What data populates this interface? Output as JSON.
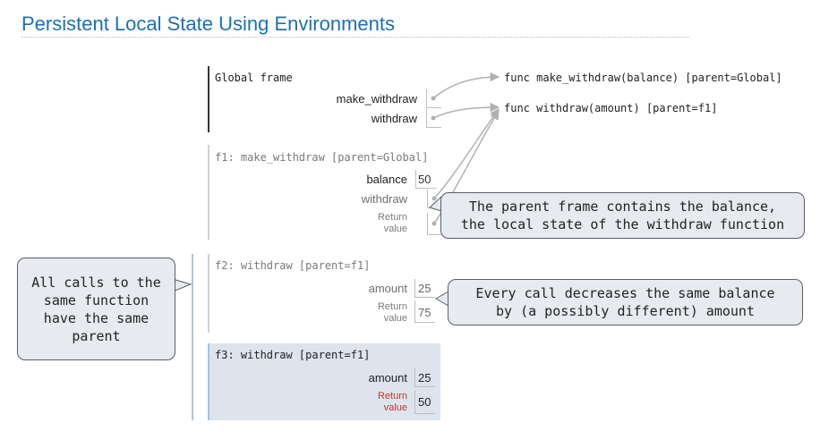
{
  "title": "Persistent Local State Using Environments",
  "global": {
    "label": "Global frame",
    "vars": [
      {
        "name": "make_withdraw"
      },
      {
        "name": "withdraw"
      }
    ]
  },
  "functions": [
    "func make_withdraw(balance) [parent=Global]",
    "func withdraw(amount) [parent=f1]"
  ],
  "f1": {
    "label": "f1: make_withdraw [parent=Global]",
    "vars": [
      {
        "name": "balance",
        "value": "50"
      },
      {
        "name": "withdraw",
        "value": ""
      }
    ],
    "return_label_1": "Return",
    "return_label_2": "value"
  },
  "f2": {
    "label": "f2: withdraw [parent=f1]",
    "amount_name": "amount",
    "amount_value": "25",
    "return_label_1": "Return",
    "return_label_2": "value",
    "return_value": "75"
  },
  "f3": {
    "label": "f3: withdraw [parent=f1]",
    "amount_name": "amount",
    "amount_value": "25",
    "return_label_1": "Return",
    "return_label_2": "value",
    "return_value": "50"
  },
  "callouts": {
    "parent_frame_1": "The parent frame contains the balance,",
    "parent_frame_2": "the local state of the withdraw function",
    "every_call_1": "Every call decreases the same balance",
    "every_call_2": "by (a possibly different) amount",
    "all_calls_1": "All calls to the",
    "all_calls_2": "same function",
    "all_calls_3": "have the same",
    "all_calls_4": "parent"
  },
  "colors": {
    "title": "#1f6fb5",
    "f3_background": "#dde4ee",
    "return_red": "#c0392b",
    "callout_bg": "#e7ebef",
    "bar_blue": "#a9c3df"
  }
}
